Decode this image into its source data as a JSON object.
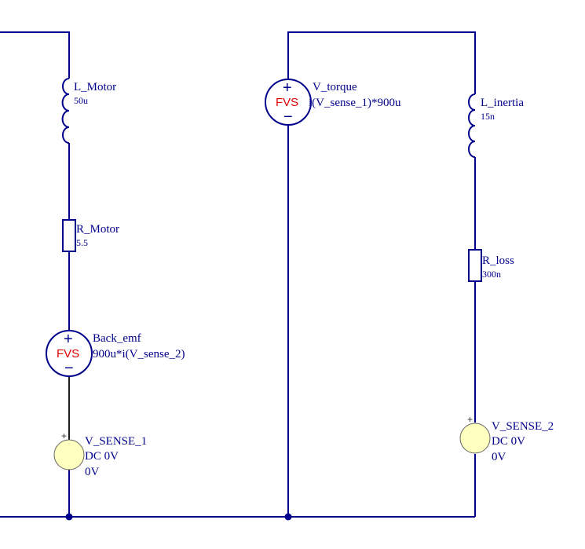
{
  "components": {
    "l_motor": {
      "name": "L_Motor",
      "value": "50u"
    },
    "r_motor": {
      "name": "R_Motor",
      "value": "5.5"
    },
    "back_emf": {
      "name": "Back_emf",
      "value": "900u*i(V_sense_2)",
      "symbol": "FVS"
    },
    "v_sense_1": {
      "name": "V_SENSE_1",
      "value": "DC 0V",
      "value2": "0V"
    },
    "v_torque": {
      "name": "V_torque",
      "value": "i(V_sense_1)*900u",
      "symbol": "FVS"
    },
    "l_inertia": {
      "name": "L_inertia",
      "value": "15n"
    },
    "r_loss": {
      "name": "R_loss",
      "value": "300n"
    },
    "v_sense_2": {
      "name": "V_SENSE_2",
      "value": "DC 0V",
      "value2": "0V"
    }
  },
  "colors": {
    "wire": "#00008b",
    "fvs_label": "#e00000",
    "dc_source_fill": "#ffffc0"
  }
}
